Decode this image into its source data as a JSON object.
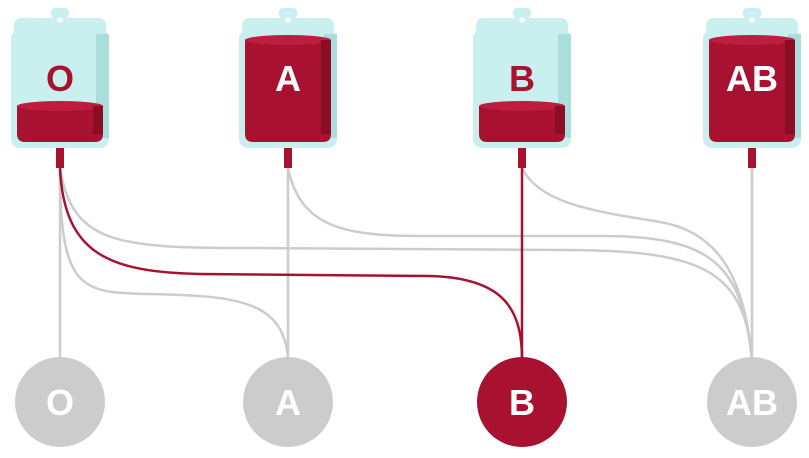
{
  "colors": {
    "blood": "#a8112f",
    "blood_dark": "#8a0c25",
    "blood_light": "#bf1d3d",
    "bag": "#c9efee",
    "bag_edge": "#a9dedd",
    "inactive": "#cccccc",
    "label_on_blood": "#ffffff",
    "label_on_bag": "#a8112f"
  },
  "donors": [
    {
      "id": "O",
      "label": "O",
      "fill": "low",
      "can_give_to": [
        "O",
        "A",
        "B",
        "AB"
      ]
    },
    {
      "id": "A",
      "label": "A",
      "fill": "full",
      "can_give_to": [
        "A",
        "AB"
      ]
    },
    {
      "id": "B",
      "label": "B",
      "fill": "low",
      "can_give_to": [
        "B",
        "AB"
      ]
    },
    {
      "id": "AB",
      "label": "AB",
      "fill": "full",
      "can_give_to": [
        "AB"
      ]
    }
  ],
  "recipients": [
    {
      "id": "O",
      "label": "O",
      "highlighted": false
    },
    {
      "id": "A",
      "label": "A",
      "highlighted": false
    },
    {
      "id": "B",
      "label": "B",
      "highlighted": true
    },
    {
      "id": "AB",
      "label": "AB",
      "highlighted": false
    }
  ]
}
